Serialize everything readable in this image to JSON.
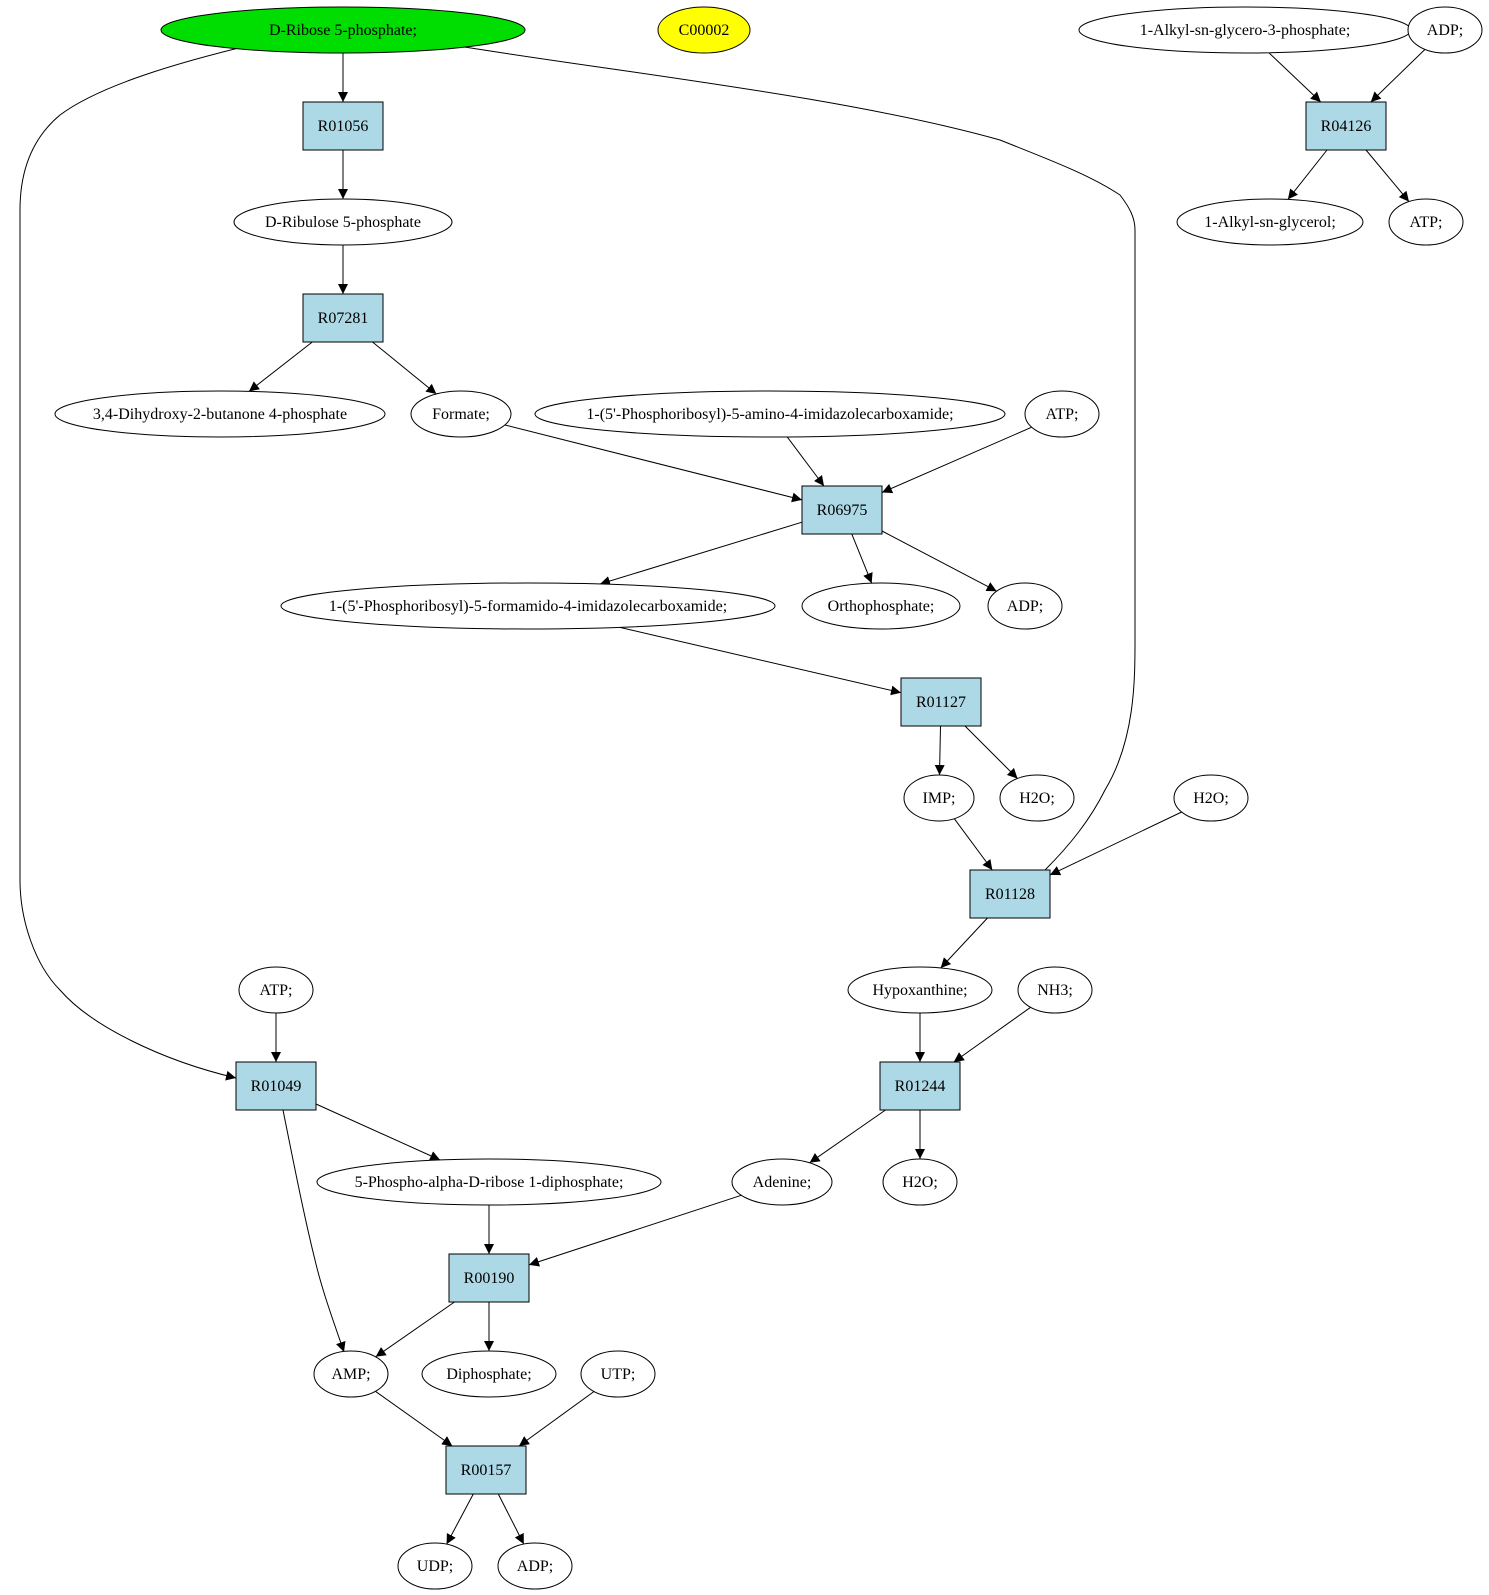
{
  "colors": {
    "start": "#00dd00",
    "target": "#ffff00",
    "reaction": "#add8e6",
    "compound": "#ffffff",
    "stroke": "#000000"
  },
  "nodes": [
    {
      "id": "c_ribose5p_top",
      "label": "D-Ribose 5-phosphate;",
      "kind": "compound",
      "style": "start"
    },
    {
      "id": "c_c00002",
      "label": "C00002",
      "kind": "compound",
      "style": "target"
    },
    {
      "id": "c_alkylg3p",
      "label": "1-Alkyl-sn-glycero-3-phosphate;",
      "kind": "compound"
    },
    {
      "id": "c_adp_1",
      "label": "ADP;",
      "kind": "compound"
    },
    {
      "id": "r_R04126",
      "label": "R04126",
      "kind": "reaction"
    },
    {
      "id": "c_alkylglycerol",
      "label": "1-Alkyl-sn-glycerol;",
      "kind": "compound"
    },
    {
      "id": "c_atp_1",
      "label": "ATP;",
      "kind": "compound"
    },
    {
      "id": "r_R01056",
      "label": "R01056",
      "kind": "reaction"
    },
    {
      "id": "c_ribulose5p",
      "label": "D-Ribulose 5-phosphate",
      "kind": "compound"
    },
    {
      "id": "r_R07281",
      "label": "R07281",
      "kind": "reaction"
    },
    {
      "id": "c_dhbp",
      "label": "3,4-Dihydroxy-2-butanone 4-phosphate",
      "kind": "compound"
    },
    {
      "id": "c_formate",
      "label": "Formate;",
      "kind": "compound"
    },
    {
      "id": "c_aicar",
      "label": "1-(5'-Phosphoribosyl)-5-amino-4-imidazolecarboxamide;",
      "kind": "compound"
    },
    {
      "id": "c_atp_2",
      "label": "ATP;",
      "kind": "compound"
    },
    {
      "id": "r_R06975",
      "label": "R06975",
      "kind": "reaction"
    },
    {
      "id": "c_faicar",
      "label": "1-(5'-Phosphoribosyl)-5-formamido-4-imidazolecarboxamide;",
      "kind": "compound"
    },
    {
      "id": "c_orthophosphate",
      "label": "Orthophosphate;",
      "kind": "compound"
    },
    {
      "id": "c_adp_2",
      "label": "ADP;",
      "kind": "compound"
    },
    {
      "id": "r_R01127",
      "label": "R01127",
      "kind": "reaction"
    },
    {
      "id": "c_imp",
      "label": "IMP;",
      "kind": "compound"
    },
    {
      "id": "c_h2o_1",
      "label": "H2O;",
      "kind": "compound"
    },
    {
      "id": "c_h2o_2",
      "label": "H2O;",
      "kind": "compound"
    },
    {
      "id": "r_R01128",
      "label": "R01128",
      "kind": "reaction"
    },
    {
      "id": "c_hypoxanthine",
      "label": "Hypoxanthine;",
      "kind": "compound"
    },
    {
      "id": "c_nh3",
      "label": "NH3;",
      "kind": "compound"
    },
    {
      "id": "r_R01244",
      "label": "R01244",
      "kind": "reaction"
    },
    {
      "id": "c_adenine",
      "label": "Adenine;",
      "kind": "compound"
    },
    {
      "id": "c_h2o_3",
      "label": "H2O;",
      "kind": "compound"
    },
    {
      "id": "c_atp_3",
      "label": "ATP;",
      "kind": "compound"
    },
    {
      "id": "r_R01049",
      "label": "R01049",
      "kind": "reaction"
    },
    {
      "id": "c_prpp",
      "label": "5-Phospho-alpha-D-ribose 1-diphosphate;",
      "kind": "compound"
    },
    {
      "id": "r_R00190",
      "label": "R00190",
      "kind": "reaction"
    },
    {
      "id": "c_amp",
      "label": "AMP;",
      "kind": "compound"
    },
    {
      "id": "c_diphosphate",
      "label": "Diphosphate;",
      "kind": "compound"
    },
    {
      "id": "c_utp",
      "label": "UTP;",
      "kind": "compound"
    },
    {
      "id": "r_R00157",
      "label": "R00157",
      "kind": "reaction"
    },
    {
      "id": "c_udp",
      "label": "UDP;",
      "kind": "compound"
    },
    {
      "id": "c_adp_3",
      "label": "ADP;",
      "kind": "compound"
    }
  ],
  "edges": [
    {
      "from": "c_ribose5p_top",
      "to": "r_R01056"
    },
    {
      "from": "r_R01056",
      "to": "c_ribulose5p"
    },
    {
      "from": "c_ribulose5p",
      "to": "r_R07281"
    },
    {
      "from": "r_R07281",
      "to": "c_dhbp"
    },
    {
      "from": "r_R07281",
      "to": "c_formate"
    },
    {
      "from": "c_formate",
      "to": "r_R06975"
    },
    {
      "from": "c_aicar",
      "to": "r_R06975"
    },
    {
      "from": "c_atp_2",
      "to": "r_R06975"
    },
    {
      "from": "r_R06975",
      "to": "c_faicar"
    },
    {
      "from": "r_R06975",
      "to": "c_orthophosphate"
    },
    {
      "from": "r_R06975",
      "to": "c_adp_2"
    },
    {
      "from": "c_faicar",
      "to": "r_R01127"
    },
    {
      "from": "r_R01127",
      "to": "c_imp"
    },
    {
      "from": "r_R01127",
      "to": "c_h2o_1"
    },
    {
      "from": "c_imp",
      "to": "r_R01128"
    },
    {
      "from": "c_h2o_2",
      "to": "r_R01128"
    },
    {
      "from": "r_R01128",
      "to": "c_ribose5p_top"
    },
    {
      "from": "r_R01128",
      "to": "c_hypoxanthine"
    },
    {
      "from": "c_hypoxanthine",
      "to": "r_R01244"
    },
    {
      "from": "c_nh3",
      "to": "r_R01244"
    },
    {
      "from": "r_R01244",
      "to": "c_adenine"
    },
    {
      "from": "r_R01244",
      "to": "c_h2o_3"
    },
    {
      "from": "c_ribose5p_top",
      "to": "r_R01049"
    },
    {
      "from": "c_atp_3",
      "to": "r_R01049"
    },
    {
      "from": "r_R01049",
      "to": "c_prpp"
    },
    {
      "from": "r_R01049",
      "to": "c_amp"
    },
    {
      "from": "c_prpp",
      "to": "r_R00190"
    },
    {
      "from": "c_adenine",
      "to": "r_R00190"
    },
    {
      "from": "r_R00190",
      "to": "c_amp"
    },
    {
      "from": "r_R00190",
      "to": "c_diphosphate"
    },
    {
      "from": "c_amp",
      "to": "r_R00157"
    },
    {
      "from": "c_utp",
      "to": "r_R00157"
    },
    {
      "from": "r_R00157",
      "to": "c_udp"
    },
    {
      "from": "r_R00157",
      "to": "c_adp_3"
    },
    {
      "from": "c_alkylg3p",
      "to": "r_R04126"
    },
    {
      "from": "c_adp_1",
      "to": "r_R04126"
    },
    {
      "from": "r_R04126",
      "to": "c_alkylglycerol"
    },
    {
      "from": "r_R04126",
      "to": "c_atp_1"
    }
  ]
}
